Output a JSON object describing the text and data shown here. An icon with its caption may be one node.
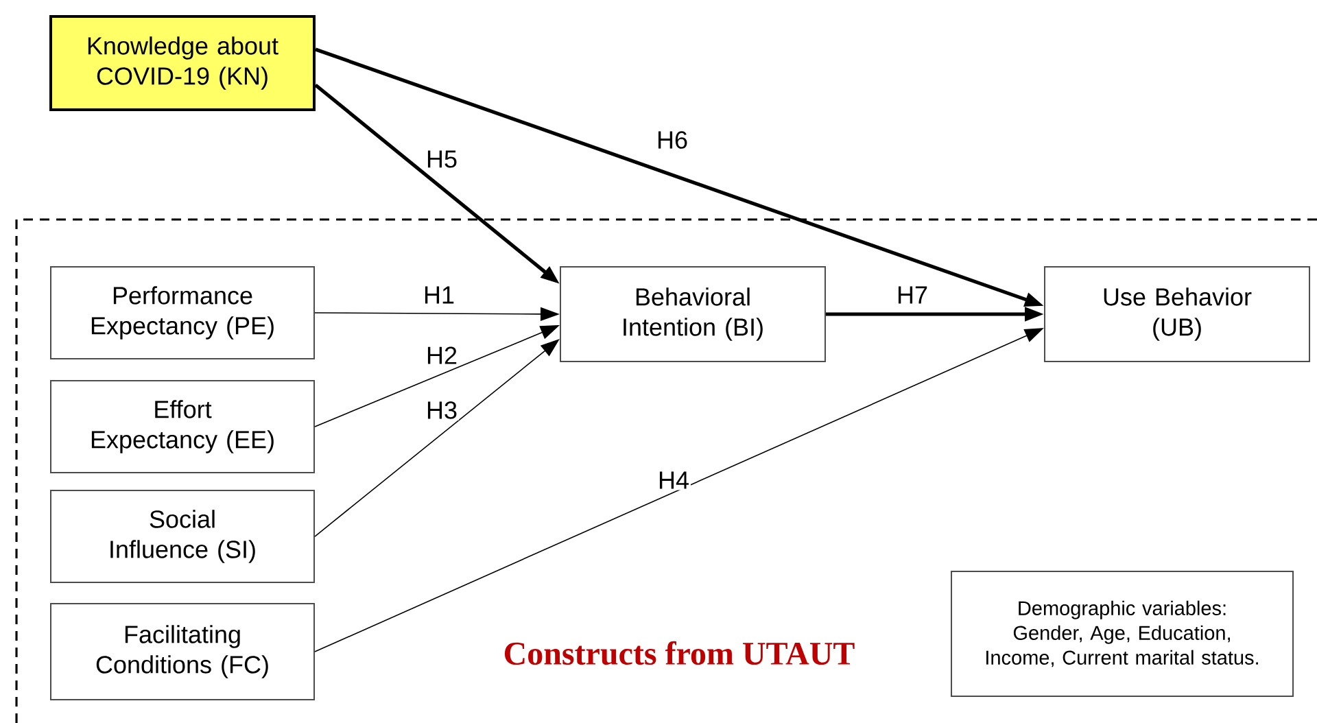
{
  "diagram": {
    "nodes": [
      {
        "text": [
          "Knowledge about COVID-19 (KN)"
        ]
      },
      {
        "text": [
          "Constructs from UTAUT"
        ]
      },
      {
        "text": [
          "Performance Expectancy (PE)"
        ],
        "in": 1
      },
      {
        "text": [
          "Effort Expectancy (EE)"
        ],
        "in": 1
      },
      {
        "text": [
          "Social Influence (SI)"
        ],
        "in": 1
      },
      {
        "text": [
          "Facilitating Conditions (FC)"
        ],
        "in": 1
      },
      {
        "text": [
          "Behavioral Intention (BI)"
        ],
        "in": 1
      },
      {
        "text": [
          "Use Behavior (UB)"
        ],
        "in": 1
      },
      {
        "text": [
          "Demographic variables: Gender, Age, Education, Income, Current marital status."
        ],
        "in": 1
      }
    ],
    "edges": [
      {
        "from": 0,
        "to": 6,
        "arrow": "to",
        "label": "H5",
        "style": "thick"
      },
      {
        "from": 0,
        "to": 7,
        "arrow": "to",
        "label": "H6",
        "style": "thick"
      },
      {
        "from": 2,
        "to": 6,
        "arrow": "to",
        "label": "H1"
      },
      {
        "from": 3,
        "to": 6,
        "arrow": "to",
        "label": "H2"
      },
      {
        "from": 4,
        "to": 6,
        "arrow": "to",
        "label": "H3"
      },
      {
        "from": 5,
        "to": 7,
        "arrow": "to",
        "label": "H4"
      },
      {
        "from": 6,
        "to": 7,
        "arrow": "to",
        "label": "H7",
        "style": "thick"
      }
    ]
  }
}
